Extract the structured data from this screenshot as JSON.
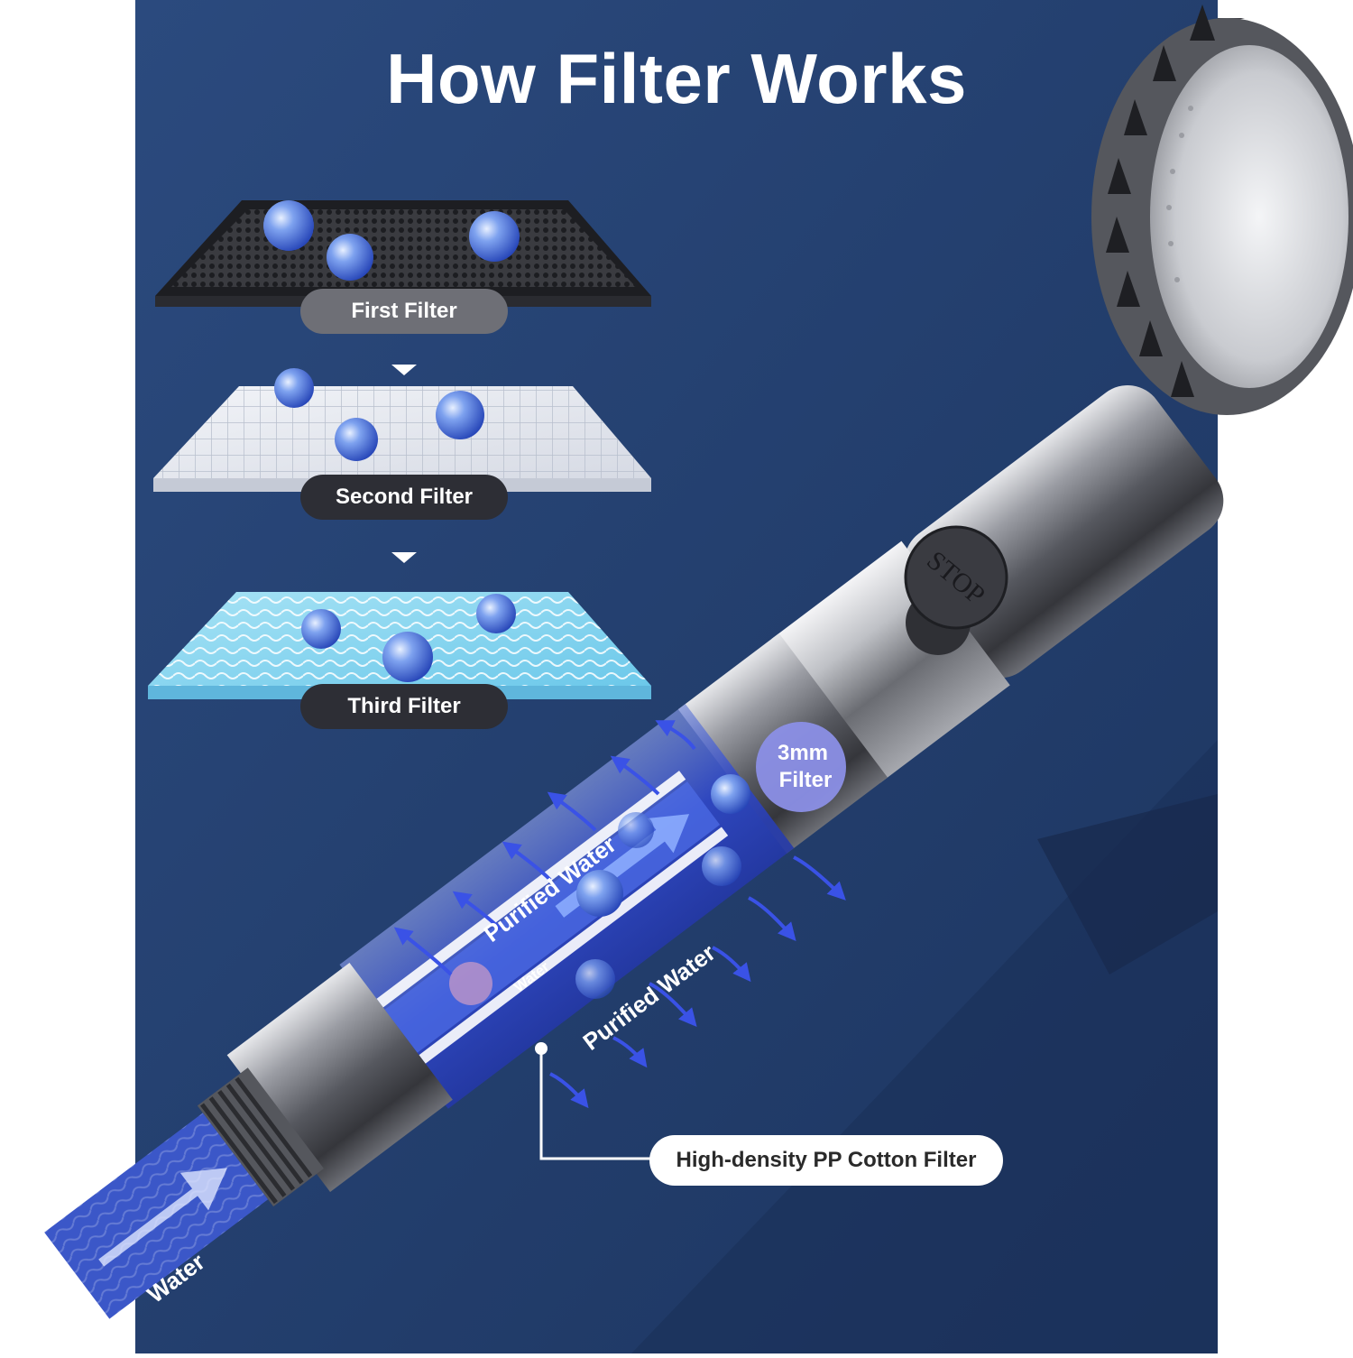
{
  "title": "How Filter Works",
  "filters": {
    "first": "First Filter",
    "second": "Second Filter",
    "third": "Third Filter"
  },
  "badge": {
    "line1": "3mm",
    "line2": "Filter"
  },
  "stop_button": "STOP",
  "flow_labels": {
    "purified_upper": "Purified Water",
    "purified_lower": "Purified Water",
    "water_core": "Water",
    "water_inlet": "Water"
  },
  "callout": "High-density PP Cotton Filter",
  "colors": {
    "background_outer": "#ffffff",
    "background_panel": "#243f6f",
    "pill_gray": "#6e6f76",
    "pill_dark": "#2d2e35",
    "water_blue": "#3b56e0",
    "badge_fill": "#8b8fe6"
  }
}
